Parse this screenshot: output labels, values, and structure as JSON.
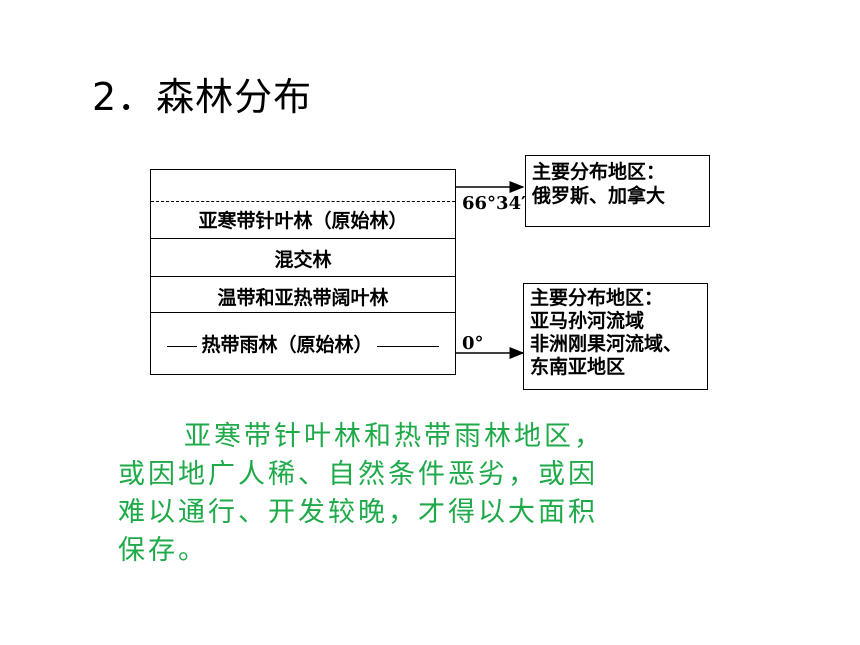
{
  "title": "2．森林分布",
  "diagram": {
    "rows": [
      "亚寒带针叶林（原始林）",
      "混交林",
      "温带和亚热带阔叶林",
      "热带雨林（原始林）"
    ],
    "latitudes": {
      "upper": "66°34′",
      "equator": "0°"
    },
    "box_top": {
      "line1": "主要分布地区：",
      "line2": "俄罗斯、加拿大"
    },
    "box_bottom": {
      "line1": "主要分布地区：",
      "line2": "亚马孙河流域",
      "line3": "非洲刚果河流域、",
      "line4": "东南亚地区"
    }
  },
  "note": {
    "line1": "亚寒带针叶林和热带雨林地区，",
    "line2": "或因地广人稀、自然条件恶劣，或因",
    "line3": "难以通行、开发较晚，才得以大面积",
    "line4": "保存。"
  }
}
